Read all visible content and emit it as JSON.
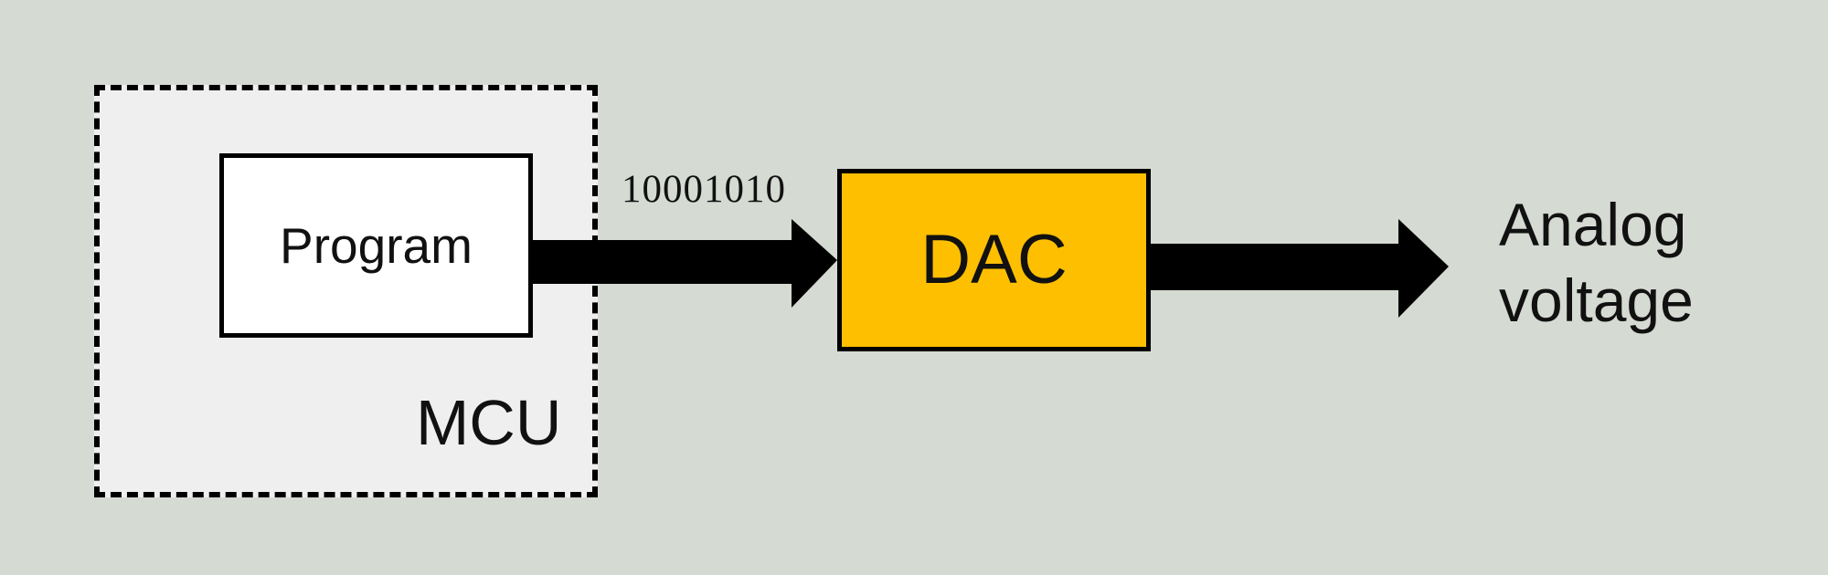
{
  "diagram": {
    "mcu": {
      "label": "MCU"
    },
    "program": {
      "label": "Program"
    },
    "bus": {
      "label": "10001010"
    },
    "dac": {
      "label": "DAC"
    },
    "output": {
      "line1": "Analog",
      "line2": "voltage"
    }
  },
  "colors": {
    "background": "#d5dad2",
    "mcu_fill": "#efefef",
    "program_fill": "#ffffff",
    "dac_fill": "#fdbf00",
    "stroke": "#000000"
  }
}
